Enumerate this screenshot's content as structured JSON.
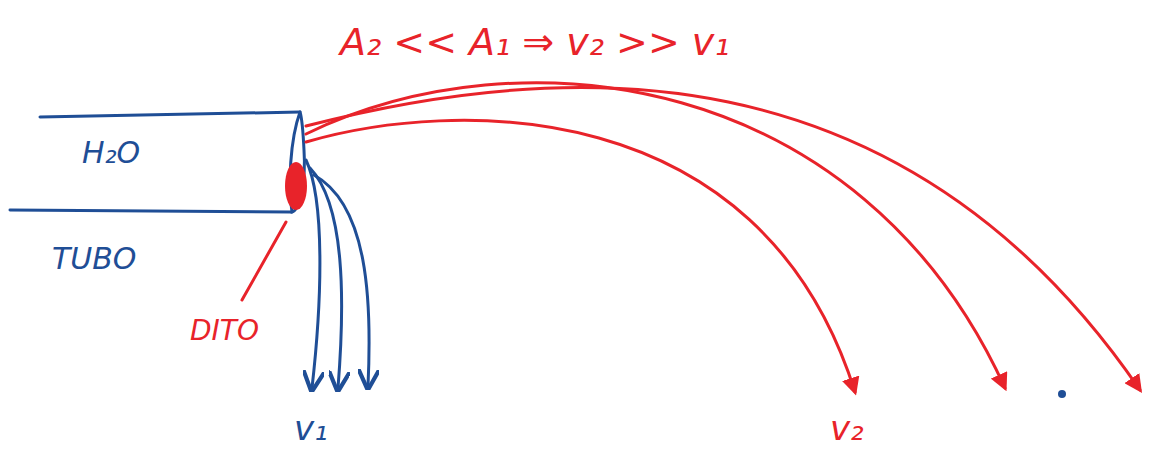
{
  "diagram": {
    "labels": [
      "A₂ << A₁ ⇒ v₂ >> v₁",
      "H₂O",
      "TUBO",
      "DITO",
      "v₁",
      "v₂"
    ]
  }
}
